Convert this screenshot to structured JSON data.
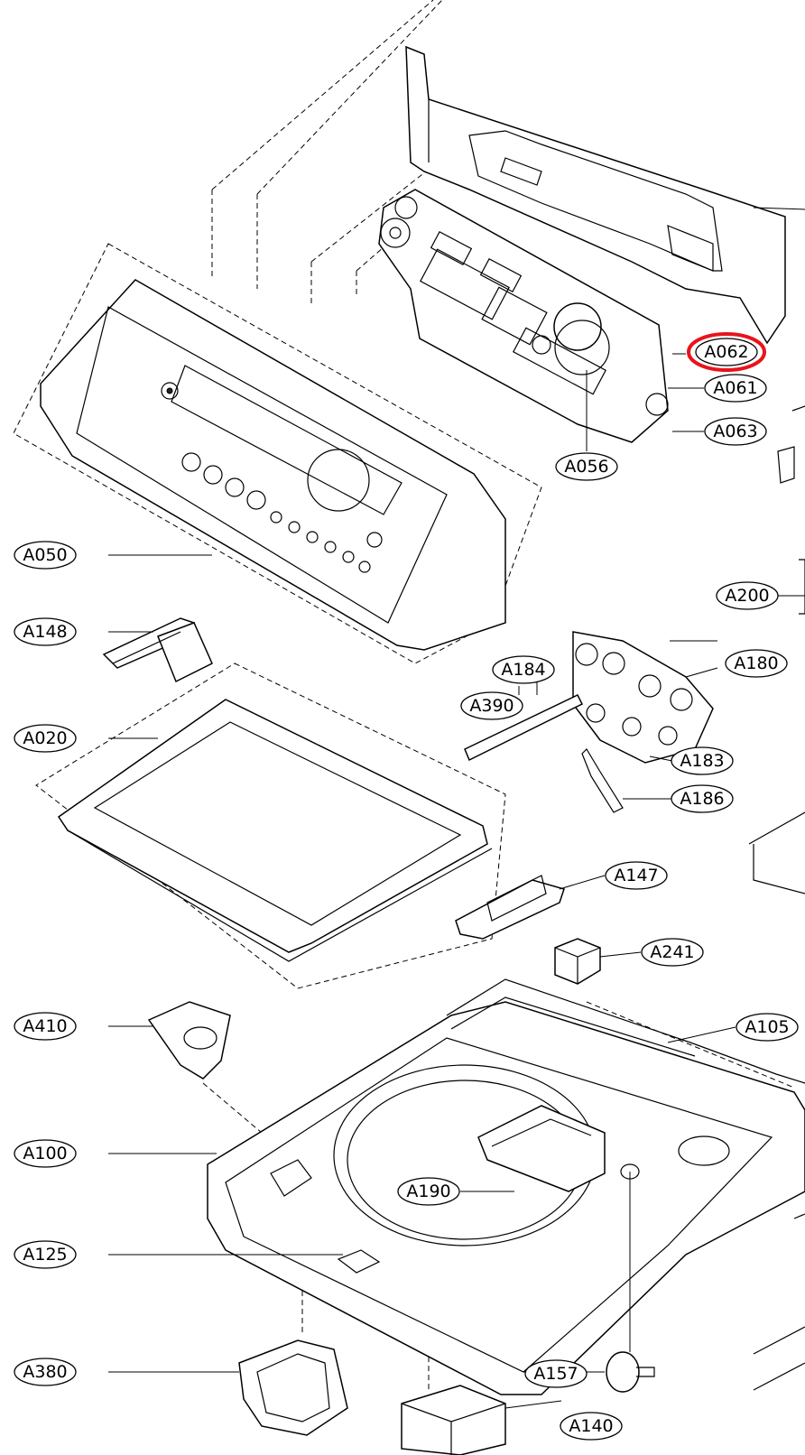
{
  "labels": {
    "A062": "A062",
    "A061": "A061",
    "A063": "A063",
    "A056": "A056",
    "A050": "A050",
    "A200": "A200",
    "A148": "A148",
    "A184": "A184",
    "A180": "A180",
    "A390": "A390",
    "A183": "A183",
    "A186": "A186",
    "A020": "A020",
    "A147": "A147",
    "A241": "A241",
    "A410": "A410",
    "A105": "A105",
    "A100": "A100",
    "A190": "A190",
    "A125": "A125",
    "A380": "A380",
    "A157": "A157",
    "A140": "A140"
  },
  "highlight": {
    "target": "A062",
    "color": "#e8141c"
  }
}
